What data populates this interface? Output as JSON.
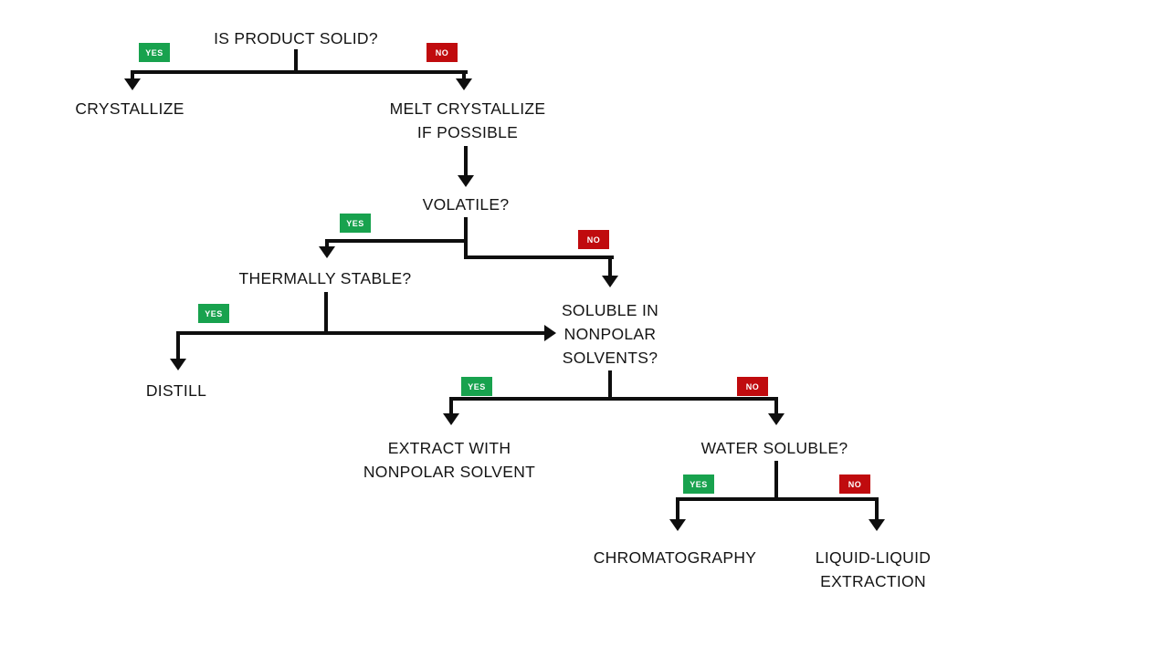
{
  "diagram": {
    "type": "decision-tree",
    "topic": "Product purification decision flowchart"
  },
  "labels": {
    "yes": "YES",
    "no": "NO"
  },
  "colors": {
    "yes_badge": "#18A24E",
    "no_badge": "#C00B0E",
    "line": "#0E0E0E",
    "text": "#141414",
    "background": "#FFFFFF"
  },
  "nodes": {
    "root": "IS PRODUCT SOLID?",
    "crystallize": "CRYSTALLIZE",
    "melt_crystallize": "MELT CRYSTALLIZE\nIF POSSIBLE",
    "volatile": "VOLATILE?",
    "thermally_stable": "THERMALLY STABLE?",
    "soluble_nonpolar": "SOLUBLE IN\nNONPOLAR\nSOLVENTS?",
    "distill": "DISTILL",
    "extract_nonpolar": "EXTRACT WITH\nNONPOLAR SOLVENT",
    "water_soluble": "WATER SOLUBLE?",
    "chromatography": "CHROMATOGRAPHY",
    "liquid_liquid": "LIQUID-LIQUID\nEXTRACTION"
  },
  "edges": [
    {
      "from": "IS PRODUCT SOLID?",
      "answer": "YES",
      "to": "CRYSTALLIZE"
    },
    {
      "from": "IS PRODUCT SOLID?",
      "answer": "NO",
      "to": "MELT CRYSTALLIZE IF POSSIBLE"
    },
    {
      "from": "MELT CRYSTALLIZE IF POSSIBLE",
      "answer": "",
      "to": "VOLATILE?"
    },
    {
      "from": "VOLATILE?",
      "answer": "YES",
      "to": "THERMALLY STABLE?"
    },
    {
      "from": "VOLATILE?",
      "answer": "NO",
      "to": "SOLUBLE IN NONPOLAR SOLVENTS?"
    },
    {
      "from": "THERMALLY STABLE?",
      "answer": "YES",
      "to": "DISTILL"
    },
    {
      "from": "THERMALLY STABLE?",
      "answer": "",
      "to": "SOLUBLE IN NONPOLAR SOLVENTS?"
    },
    {
      "from": "SOLUBLE IN NONPOLAR SOLVENTS?",
      "answer": "YES",
      "to": "EXTRACT WITH NONPOLAR SOLVENT"
    },
    {
      "from": "SOLUBLE IN NONPOLAR SOLVENTS?",
      "answer": "NO",
      "to": "WATER SOLUBLE?"
    },
    {
      "from": "WATER SOLUBLE?",
      "answer": "YES",
      "to": "CHROMATOGRAPHY"
    },
    {
      "from": "WATER SOLUBLE?",
      "answer": "NO",
      "to": "LIQUID-LIQUID EXTRACTION"
    }
  ]
}
